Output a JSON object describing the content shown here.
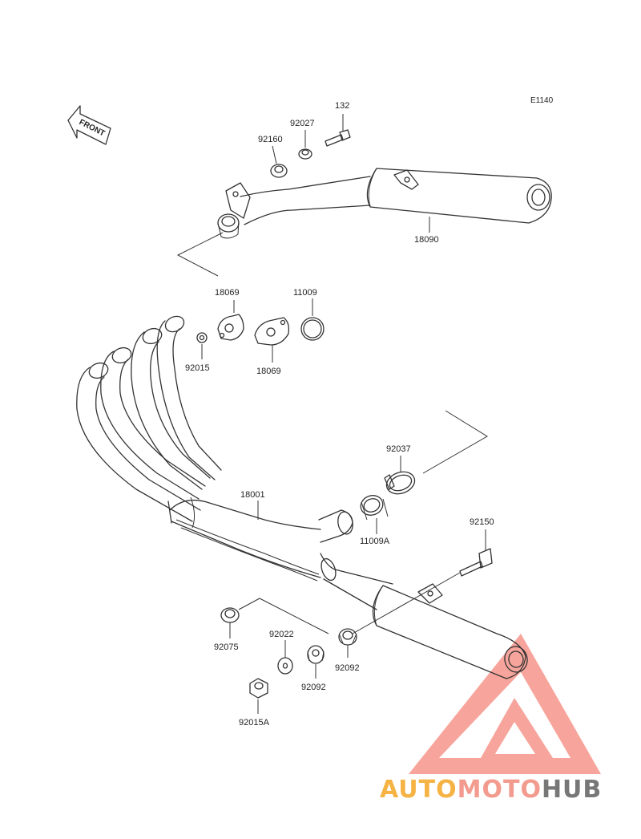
{
  "diagram": {
    "code": "E1140",
    "front_label": "FRONT",
    "callouts": {
      "p132": "132",
      "p92027": "92027",
      "p92160": "92160",
      "p18090": "18090",
      "p18069_top": "18069",
      "p11009": "11009",
      "p92015": "92015",
      "p18069_bot": "18069",
      "p92037": "92037",
      "p18001": "18001",
      "p11009A": "11009A",
      "p92150": "92150",
      "p92075": "92075",
      "p92022": "92022",
      "p92092_a": "92092",
      "p92092_b": "92092",
      "p92015A": "92015A"
    }
  },
  "watermark": {
    "part1": "AUTO",
    "part2": "MOTO",
    "part3": "HUB",
    "color1": "#f5a623",
    "color2": "#f08a7a",
    "color3": "#4a4a4a",
    "triangle_color": "#f26b5b"
  }
}
